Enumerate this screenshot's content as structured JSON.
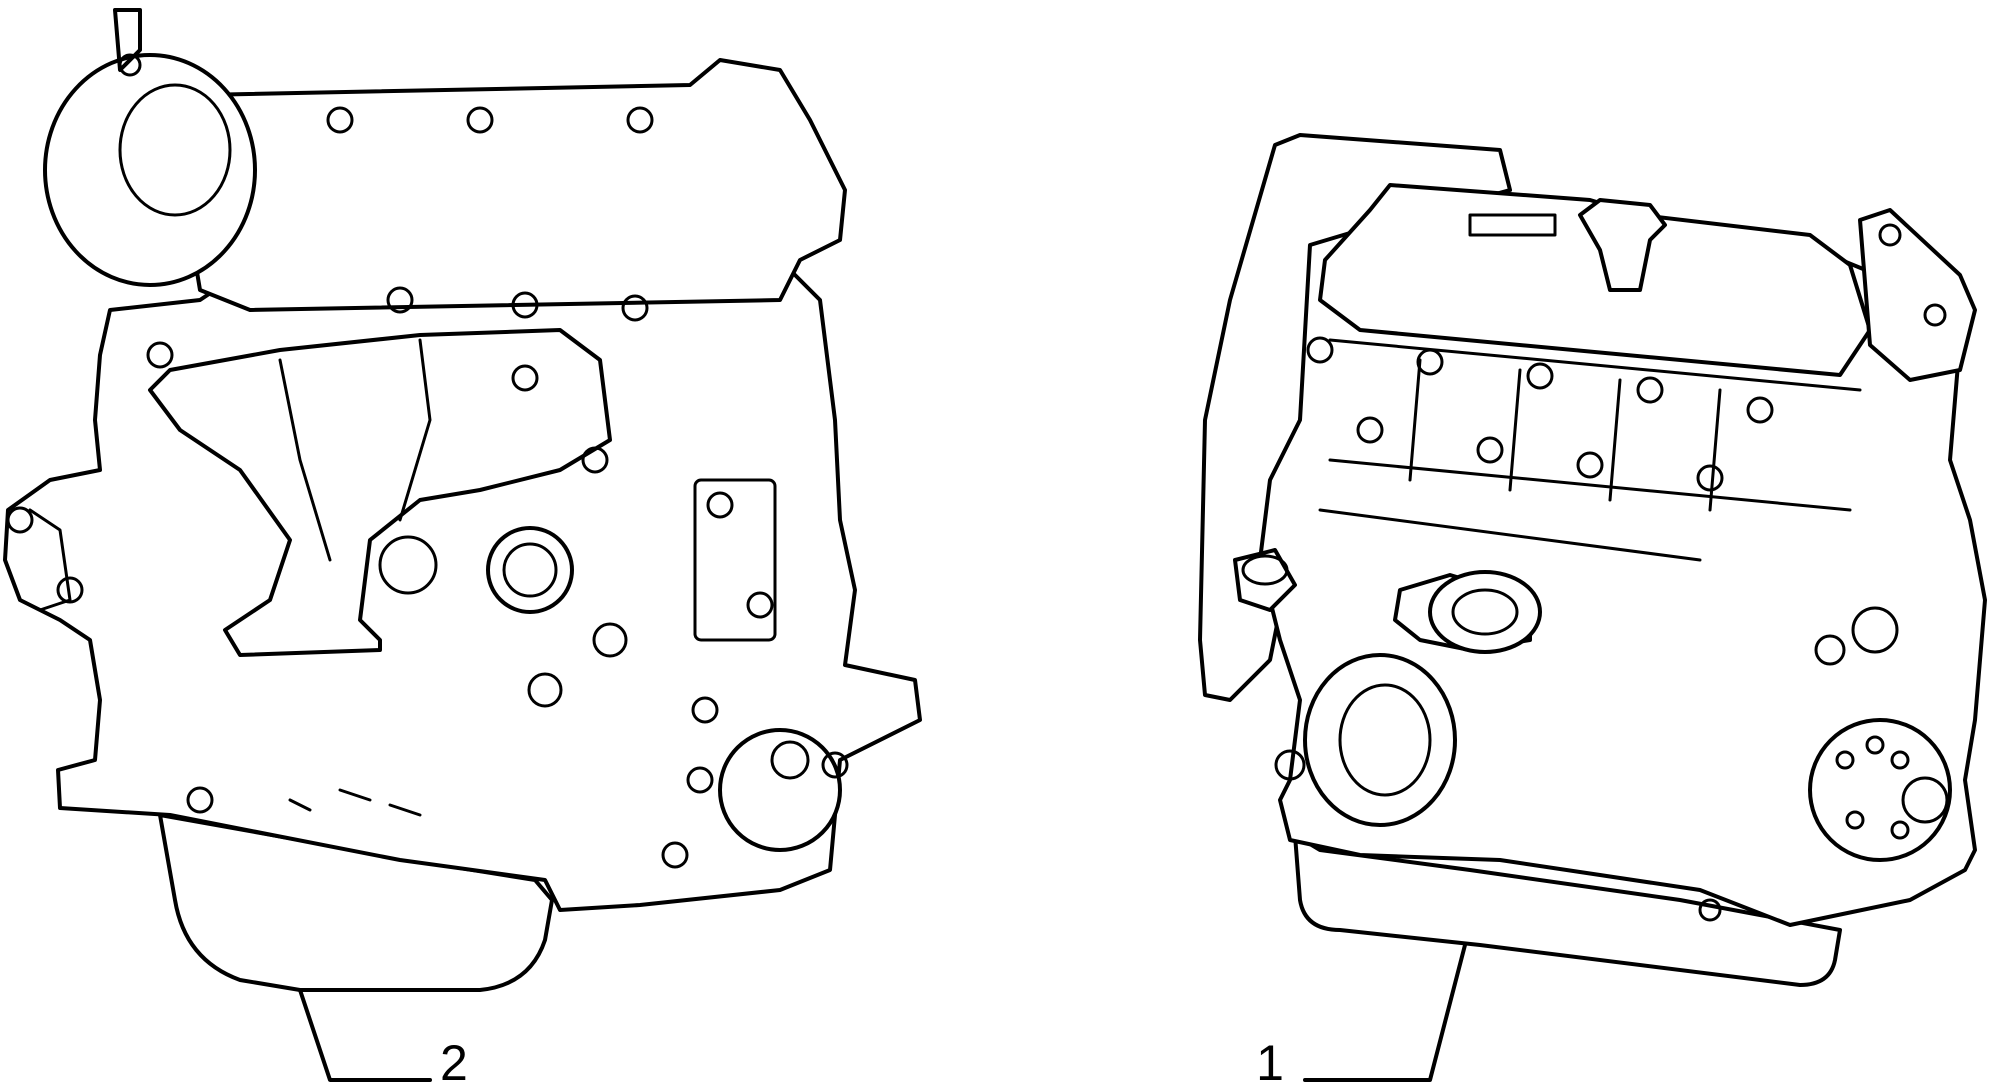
{
  "callouts": [
    {
      "id": "engine-right",
      "label": "1"
    },
    {
      "id": "engine-left",
      "label": "2"
    }
  ],
  "colors": {
    "ink": "#000000",
    "paper": "#ffffff"
  }
}
